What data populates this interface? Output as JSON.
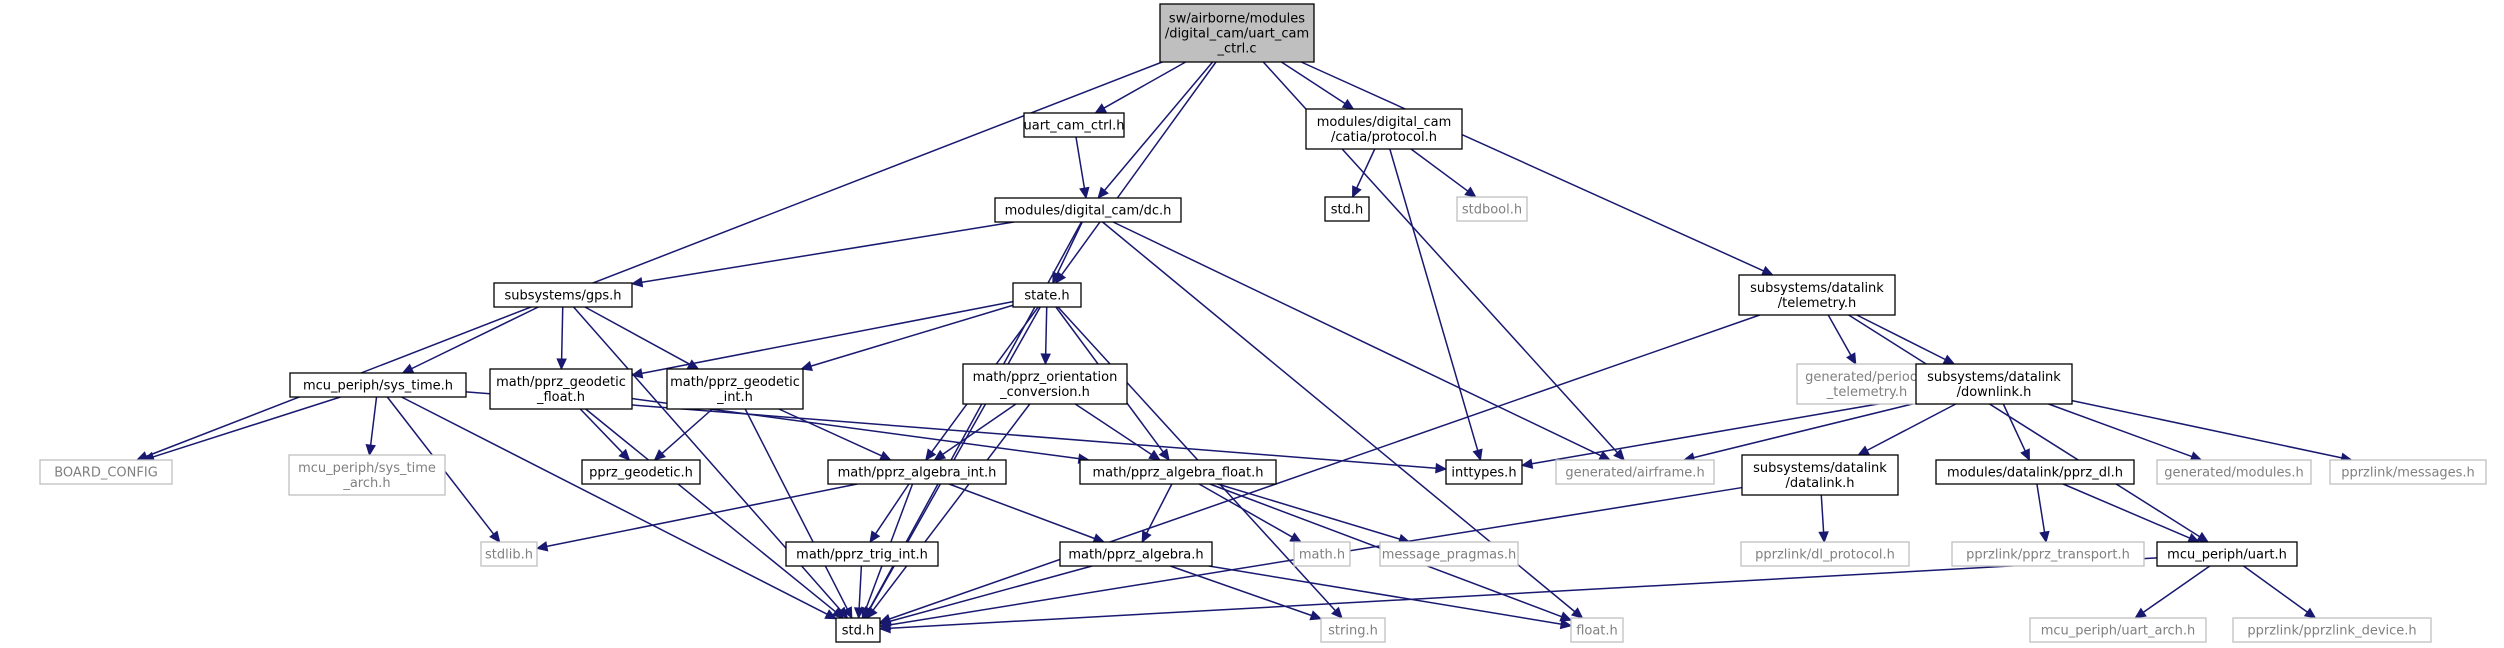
{
  "colors": {
    "edge": "#191970",
    "border_dark": "#000000",
    "border_missing": "#bfbfbf",
    "text_dark": "#000000",
    "text_missing": "#808080",
    "root_fill": "#bfbfbf",
    "node_fill": "#ffffff"
  },
  "nodes": [
    {
      "id": "root",
      "lines": [
        "sw/airborne/modules",
        "/digital_cam/uart_cam",
        "_ctrl.c"
      ],
      "style": "root"
    },
    {
      "id": "uart_cam_ctrl_h",
      "lines": [
        "uart_cam_ctrl.h"
      ],
      "style": "normal"
    },
    {
      "id": "catia_protocol_h",
      "lines": [
        "modules/digital_cam",
        "/catia/protocol.h"
      ],
      "style": "normal"
    },
    {
      "id": "dc_h",
      "lines": [
        "modules/digital_cam/dc.h"
      ],
      "style": "normal"
    },
    {
      "id": "std_h_small",
      "lines": [
        "std.h"
      ],
      "style": "normal"
    },
    {
      "id": "stdbool_h",
      "lines": [
        "stdbool.h"
      ],
      "style": "missing"
    },
    {
      "id": "telemetry_h",
      "lines": [
        "subsystems/datalink",
        "/telemetry.h"
      ],
      "style": "normal"
    },
    {
      "id": "gps_h",
      "lines": [
        "subsystems/gps.h"
      ],
      "style": "normal"
    },
    {
      "id": "state_h",
      "lines": [
        "state.h"
      ],
      "style": "normal"
    },
    {
      "id": "periodic_telemetry_h",
      "lines": [
        "generated/periodic",
        "_telemetry.h"
      ],
      "style": "missing"
    },
    {
      "id": "downlink_h",
      "lines": [
        "subsystems/datalink",
        "/downlink.h"
      ],
      "style": "normal"
    },
    {
      "id": "sys_time_h",
      "lines": [
        "mcu_periph/sys_time.h"
      ],
      "style": "normal"
    },
    {
      "id": "geodetic_float_h",
      "lines": [
        "math/pprz_geodetic",
        "_float.h"
      ],
      "style": "normal"
    },
    {
      "id": "geodetic_int_h",
      "lines": [
        "math/pprz_geodetic",
        "_int.h"
      ],
      "style": "normal"
    },
    {
      "id": "orientation_h",
      "lines": [
        "math/pprz_orientation",
        "_conversion.h"
      ],
      "style": "normal"
    },
    {
      "id": "board_config",
      "lines": [
        "BOARD_CONFIG"
      ],
      "style": "missing"
    },
    {
      "id": "sys_time_arch_h",
      "lines": [
        "mcu_periph/sys_time",
        "_arch.h"
      ],
      "style": "missing"
    },
    {
      "id": "pprz_geodetic_h",
      "lines": [
        "pprz_geodetic.h"
      ],
      "style": "normal"
    },
    {
      "id": "algebra_int_h",
      "lines": [
        "math/pprz_algebra_int.h"
      ],
      "style": "normal"
    },
    {
      "id": "algebra_float_h",
      "lines": [
        "math/pprz_algebra_float.h"
      ],
      "style": "normal"
    },
    {
      "id": "inttypes_h",
      "lines": [
        "inttypes.h"
      ],
      "style": "normal"
    },
    {
      "id": "airframe_h",
      "lines": [
        "generated/airframe.h"
      ],
      "style": "missing"
    },
    {
      "id": "datalink_h",
      "lines": [
        "subsystems/datalink",
        "/datalink.h"
      ],
      "style": "normal"
    },
    {
      "id": "pprz_dl_h",
      "lines": [
        "modules/datalink/pprz_dl.h"
      ],
      "style": "normal"
    },
    {
      "id": "gen_modules_h",
      "lines": [
        "generated/modules.h"
      ],
      "style": "missing"
    },
    {
      "id": "messages_h",
      "lines": [
        "pprzlink/messages.h"
      ],
      "style": "missing"
    },
    {
      "id": "stdlib_h",
      "lines": [
        "stdlib.h"
      ],
      "style": "missing"
    },
    {
      "id": "trig_int_h",
      "lines": [
        "math/pprz_trig_int.h"
      ],
      "style": "normal"
    },
    {
      "id": "pprz_algebra_h",
      "lines": [
        "math/pprz_algebra.h"
      ],
      "style": "normal"
    },
    {
      "id": "math_h",
      "lines": [
        "math.h"
      ],
      "style": "missing"
    },
    {
      "id": "message_pragmas_h",
      "lines": [
        "message_pragmas.h"
      ],
      "style": "missing"
    },
    {
      "id": "dl_protocol_h",
      "lines": [
        "pprzlink/dl_protocol.h"
      ],
      "style": "missing"
    },
    {
      "id": "pprz_transport_h",
      "lines": [
        "pprzlink/pprz_transport.h"
      ],
      "style": "missing"
    },
    {
      "id": "uart_h",
      "lines": [
        "mcu_periph/uart.h"
      ],
      "style": "normal"
    },
    {
      "id": "std_h",
      "lines": [
        "std.h"
      ],
      "style": "normal"
    },
    {
      "id": "string_h",
      "lines": [
        "string.h"
      ],
      "style": "missing"
    },
    {
      "id": "float_h",
      "lines": [
        "float.h"
      ],
      "style": "missing"
    },
    {
      "id": "uart_arch_h",
      "lines": [
        "mcu_periph/uart_arch.h"
      ],
      "style": "missing"
    },
    {
      "id": "pprzlink_device_h",
      "lines": [
        "pprzlink/pprzlink_device.h"
      ],
      "style": "missing"
    }
  ],
  "edges": [
    [
      "root",
      "uart_cam_ctrl_h"
    ],
    [
      "root",
      "catia_protocol_h"
    ],
    [
      "root",
      "dc_h"
    ],
    [
      "root",
      "state_h"
    ],
    [
      "root",
      "telemetry_h"
    ],
    [
      "root",
      "airframe_h"
    ],
    [
      "root",
      "board_config"
    ],
    [
      "uart_cam_ctrl_h",
      "dc_h"
    ],
    [
      "catia_protocol_h",
      "std_h_small"
    ],
    [
      "catia_protocol_h",
      "stdbool_h"
    ],
    [
      "catia_protocol_h",
      "inttypes_h"
    ],
    [
      "dc_h",
      "gps_h"
    ],
    [
      "dc_h",
      "state_h"
    ],
    [
      "dc_h",
      "std_h"
    ],
    [
      "dc_h",
      "airframe_h"
    ],
    [
      "dc_h",
      "float_h"
    ],
    [
      "telemetry_h",
      "periodic_telemetry_h"
    ],
    [
      "telemetry_h",
      "downlink_h"
    ],
    [
      "telemetry_h",
      "std_h"
    ],
    [
      "telemetry_h",
      "uart_h"
    ],
    [
      "gps_h",
      "sys_time_h"
    ],
    [
      "gps_h",
      "geodetic_float_h"
    ],
    [
      "gps_h",
      "geodetic_int_h"
    ],
    [
      "gps_h",
      "std_h"
    ],
    [
      "state_h",
      "geodetic_float_h"
    ],
    [
      "state_h",
      "geodetic_int_h"
    ],
    [
      "state_h",
      "orientation_h"
    ],
    [
      "state_h",
      "algebra_int_h"
    ],
    [
      "state_h",
      "algebra_float_h"
    ],
    [
      "state_h",
      "std_h"
    ],
    [
      "state_h",
      "string_h"
    ],
    [
      "sys_time_h",
      "board_config"
    ],
    [
      "sys_time_h",
      "sys_time_arch_h"
    ],
    [
      "sys_time_h",
      "stdlib_h"
    ],
    [
      "sys_time_h",
      "std_h"
    ],
    [
      "sys_time_h",
      "inttypes_h"
    ],
    [
      "geodetic_float_h",
      "pprz_geodetic_h"
    ],
    [
      "geodetic_float_h",
      "algebra_float_h"
    ],
    [
      "geodetic_float_h",
      "std_h"
    ],
    [
      "geodetic_int_h",
      "pprz_geodetic_h"
    ],
    [
      "geodetic_int_h",
      "algebra_int_h"
    ],
    [
      "geodetic_int_h",
      "std_h"
    ],
    [
      "orientation_h",
      "algebra_int_h"
    ],
    [
      "orientation_h",
      "algebra_float_h"
    ],
    [
      "orientation_h",
      "std_h"
    ],
    [
      "algebra_int_h",
      "stdlib_h"
    ],
    [
      "algebra_int_h",
      "trig_int_h"
    ],
    [
      "algebra_int_h",
      "pprz_algebra_h"
    ],
    [
      "algebra_int_h",
      "std_h"
    ],
    [
      "algebra_float_h",
      "pprz_algebra_h"
    ],
    [
      "algebra_float_h",
      "math_h"
    ],
    [
      "algebra_float_h",
      "message_pragmas_h"
    ],
    [
      "algebra_float_h",
      "float_h"
    ],
    [
      "trig_int_h",
      "std_h"
    ],
    [
      "pprz_algebra_h",
      "std_h"
    ],
    [
      "pprz_algebra_h",
      "string_h"
    ],
    [
      "pprz_algebra_h",
      "float_h"
    ],
    [
      "downlink_h",
      "inttypes_h"
    ],
    [
      "downlink_h",
      "airframe_h"
    ],
    [
      "downlink_h",
      "datalink_h"
    ],
    [
      "downlink_h",
      "pprz_dl_h"
    ],
    [
      "downlink_h",
      "gen_modules_h"
    ],
    [
      "downlink_h",
      "messages_h"
    ],
    [
      "datalink_h",
      "dl_protocol_h"
    ],
    [
      "datalink_h",
      "std_h"
    ],
    [
      "pprz_dl_h",
      "pprz_transport_h"
    ],
    [
      "pprz_dl_h",
      "uart_h"
    ],
    [
      "uart_h",
      "uart_arch_h"
    ],
    [
      "uart_h",
      "pprzlink_device_h"
    ],
    [
      "uart_h",
      "std_h"
    ]
  ]
}
